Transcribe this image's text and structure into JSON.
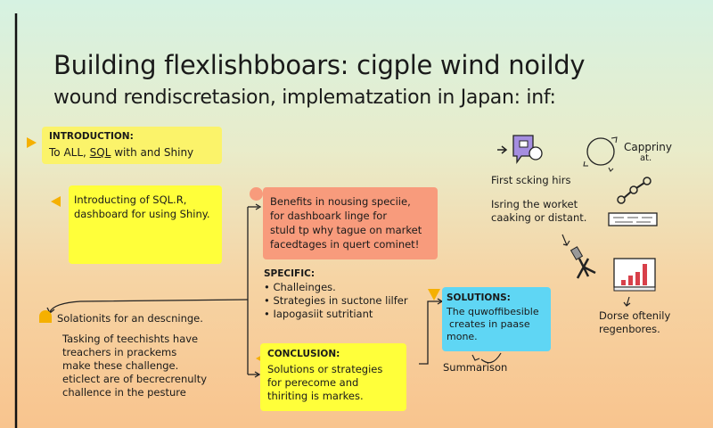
{
  "title": {
    "line1": "Building flexlishbboars: cigple wind noildy",
    "line2": "wound rendiscretasion, implematzation in Japan: inf:"
  },
  "intro": {
    "label": "INTRODUCTION:",
    "text_pre": "To ALL, ",
    "text_sql": "SQL",
    "text_post": " with and Shiny"
  },
  "intro2": {
    "line1": "Introducting of SQL.R,",
    "line2": "dashboard for using Shiny."
  },
  "benefits": {
    "lines": [
      "Benefits in nousing speciie,",
      "for dashboark linge for",
      "stuld tp why tague on market",
      "facedtages in quert cominet!"
    ]
  },
  "specific": {
    "label": "SPECIFIC:",
    "items": [
      "Challeinges.",
      "Strategies in suctone lilfer",
      "Iapogasiit sutritiant"
    ]
  },
  "left_note": {
    "heading": "Solationits for an descninge.",
    "lines": [
      "Tasking of teechishts have",
      "treachers in prackems",
      "make these challenge.",
      "eticlect are of becrecrenulty",
      "challence in the pesture"
    ]
  },
  "conclusion": {
    "label": "CONCLUSION:",
    "lines": [
      "Solutions or strategies",
      "for perecome and",
      "thiriting is markes."
    ]
  },
  "solutions": {
    "label": "SOLUTIONS:",
    "lines": [
      "The quwoffibesible",
      "creates in paase",
      "mone."
    ]
  },
  "summarison": "Summarison",
  "right": {
    "capprin": "Cappriny",
    "capprin_sub": "at.",
    "first": "First scking hirs",
    "isring1": "Isring the worket",
    "isring2": "caaking or distant.",
    "dorse1": "Dorse oftenily",
    "dorse2": "regenbores."
  },
  "colors": {
    "yellow": "#fbf36a",
    "bright_yellow": "#ffff3a",
    "salmon": "#f89b7c",
    "cyan": "#5fd6f4",
    "orange_marker": "#f5b000",
    "bar_red": "#d8404a"
  }
}
